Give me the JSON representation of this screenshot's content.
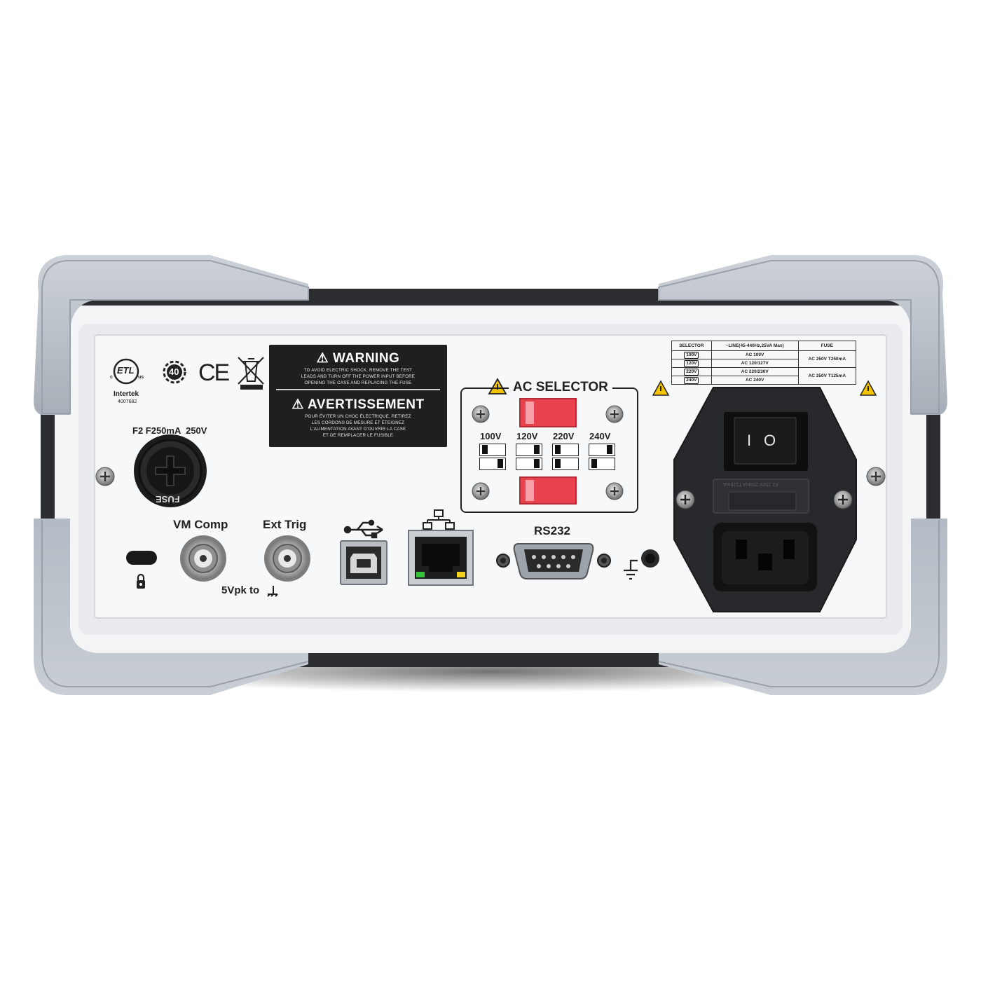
{
  "certification": {
    "etl_mark": "ETL",
    "etl_us": "us",
    "etl_c": "c",
    "intertek_name": "Intertek",
    "intertek_number": "4007682",
    "rohs_label": "40",
    "ce_mark": "CE"
  },
  "fuse_front": {
    "rating_label": "F2 F250mA  250V",
    "holder_text": "FUSE"
  },
  "warning_label": {
    "title": "WARNING",
    "text_lines": [
      "TO AVOID ELECTRIC SHOCK, REMOVE THE TEST",
      "LEADS AND TURN OFF THE POWER INPUT BEFORE",
      "OPENING THE CASE AND REPLACING THE FUSE"
    ],
    "title_fr": "AVERTISSEMENT",
    "text_lines_fr": [
      "POUR ÉVITER UN CHOC ÉLECTRIQUE, RETIREZ",
      "LES CORDONS DE MESURE ET ÉTEIGNEZ",
      "L'ALIMENTATION AVANT D'OUVRIR LA CASE",
      "ET DE REMPLACER LE FUSIBLE"
    ]
  },
  "ac_selector": {
    "title": "AC SELECTOR",
    "voltages": [
      "100V",
      "120V",
      "220V",
      "240V"
    ]
  },
  "fuse_table": {
    "headers": [
      "SELECTOR",
      "~LINE(45-440Hz,25VA Max)",
      "FUSE"
    ],
    "rows": [
      {
        "selector": "100V",
        "line": "AC 100V"
      },
      {
        "selector": "120V",
        "line": "AC 120/127V"
      },
      {
        "selector": "220V",
        "line": "AC 220/230V"
      },
      {
        "selector": "240V",
        "line": "AC 240V"
      }
    ],
    "fuse_low": "AC 250V T250mA",
    "fuse_high": "AC 250V T125mA"
  },
  "power_module": {
    "switch_off_symbol": "O",
    "switch_on_symbol": "I",
    "drawer_text": "F2 250V 250mA T125mA"
  },
  "connectors": {
    "vm_comp_label": "VM Comp",
    "ext_trig_label": "Ext Trig",
    "ext_trig_note": "5Vpk to",
    "rs232_label": "RS232"
  },
  "colors": {
    "panel": "#f4f5f7",
    "bumper": "#b8bec6",
    "bumper_dark": "#2a2c30",
    "label_black": "#1f1f1f",
    "selector_red": "#e8424f",
    "warning_yellow": "#f5c400"
  },
  "icons": {
    "usb": "usb-icon",
    "lan": "network-icon",
    "ground": "ground-icon",
    "lock": "kensington-lock-icon",
    "caution": "warning-triangle-icon"
  }
}
